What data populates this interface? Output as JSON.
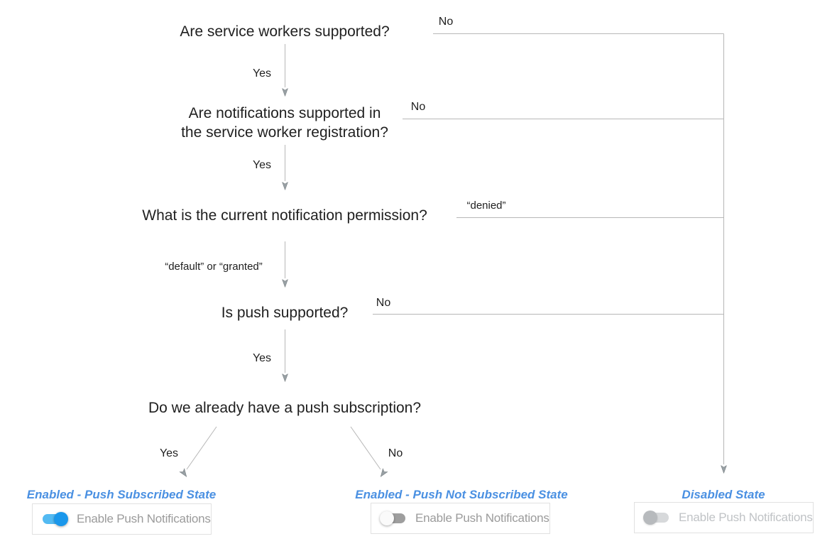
{
  "flow": {
    "questions": [
      {
        "text": "Are service workers supported?"
      },
      {
        "lines": [
          "Are notifications supported in",
          "the service worker registration?"
        ]
      },
      {
        "text": "What is the current notification permission?"
      },
      {
        "text": "Is push supported?"
      },
      {
        "text": "Do we already have a push subscription?"
      }
    ],
    "labels": {
      "q1_yes": "Yes",
      "q1_no": "No",
      "q2_yes": "Yes",
      "q2_no": "No",
      "q3_down": "“default” or “granted”",
      "q3_no": "“denied”",
      "q4_yes": "Yes",
      "q4_no": "No",
      "q5_yes": "Yes",
      "q5_no": "No"
    }
  },
  "states": [
    {
      "title": "Enabled - Push Subscribed State",
      "toggle_label": "Enable Push Notifications",
      "toggle_state": "on"
    },
    {
      "title": "Enabled - Push Not Subscribed State",
      "toggle_label": "Enable Push Notifications",
      "toggle_state": "off"
    },
    {
      "title": "Disabled State",
      "toggle_label": "Enable Push Notifications",
      "toggle_state": "disabled"
    }
  ],
  "colors": {
    "question_text": "#1f1f1f",
    "connector_line": "#b7b7b7",
    "arrowhead": "#98a0a4",
    "state_title_blue": "#4a90e2",
    "toggle_on_knob": "#1a97eb",
    "toggle_on_track": "#53baf2",
    "toggle_off_knob": "#fafafa",
    "toggle_off_track": "#9e9e9e",
    "toggle_disabled_knob": "#b7babd",
    "toggle_disabled_track": "#d7d9db",
    "card_label_gray": "#9b9b9b",
    "card_label_disabled": "#c0c3c6"
  }
}
